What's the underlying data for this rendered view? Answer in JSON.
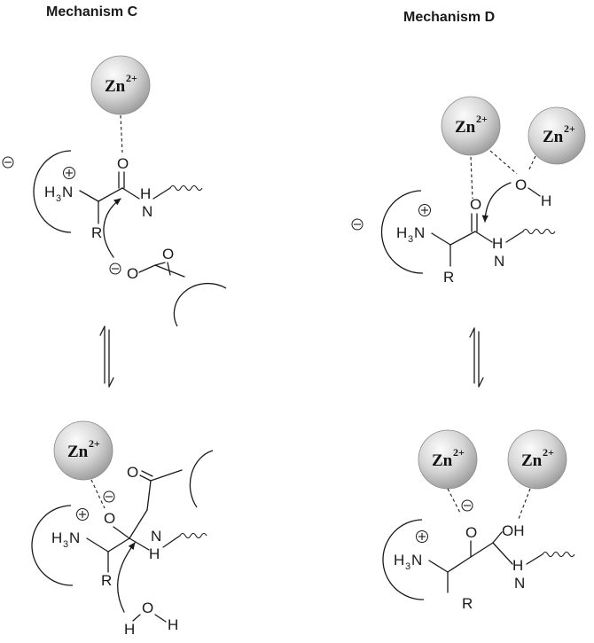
{
  "titles": {
    "left": "Mechanism C",
    "right": "Mechanism D"
  },
  "zinc": {
    "symbol": "Zn",
    "charge": "2+"
  },
  "atoms": {
    "oxygen": "O",
    "nitrogen_h": "H",
    "nitrogen": "N",
    "hydrogen": "H",
    "ammonium_h": "H",
    "ammonium_sub": "3",
    "ammonium_n": "N",
    "r_group": "R",
    "hydroxyl": "OH"
  },
  "icons": {
    "plus_charge": "plus-circle-icon",
    "minus_charge": "minus-circle-icon"
  }
}
